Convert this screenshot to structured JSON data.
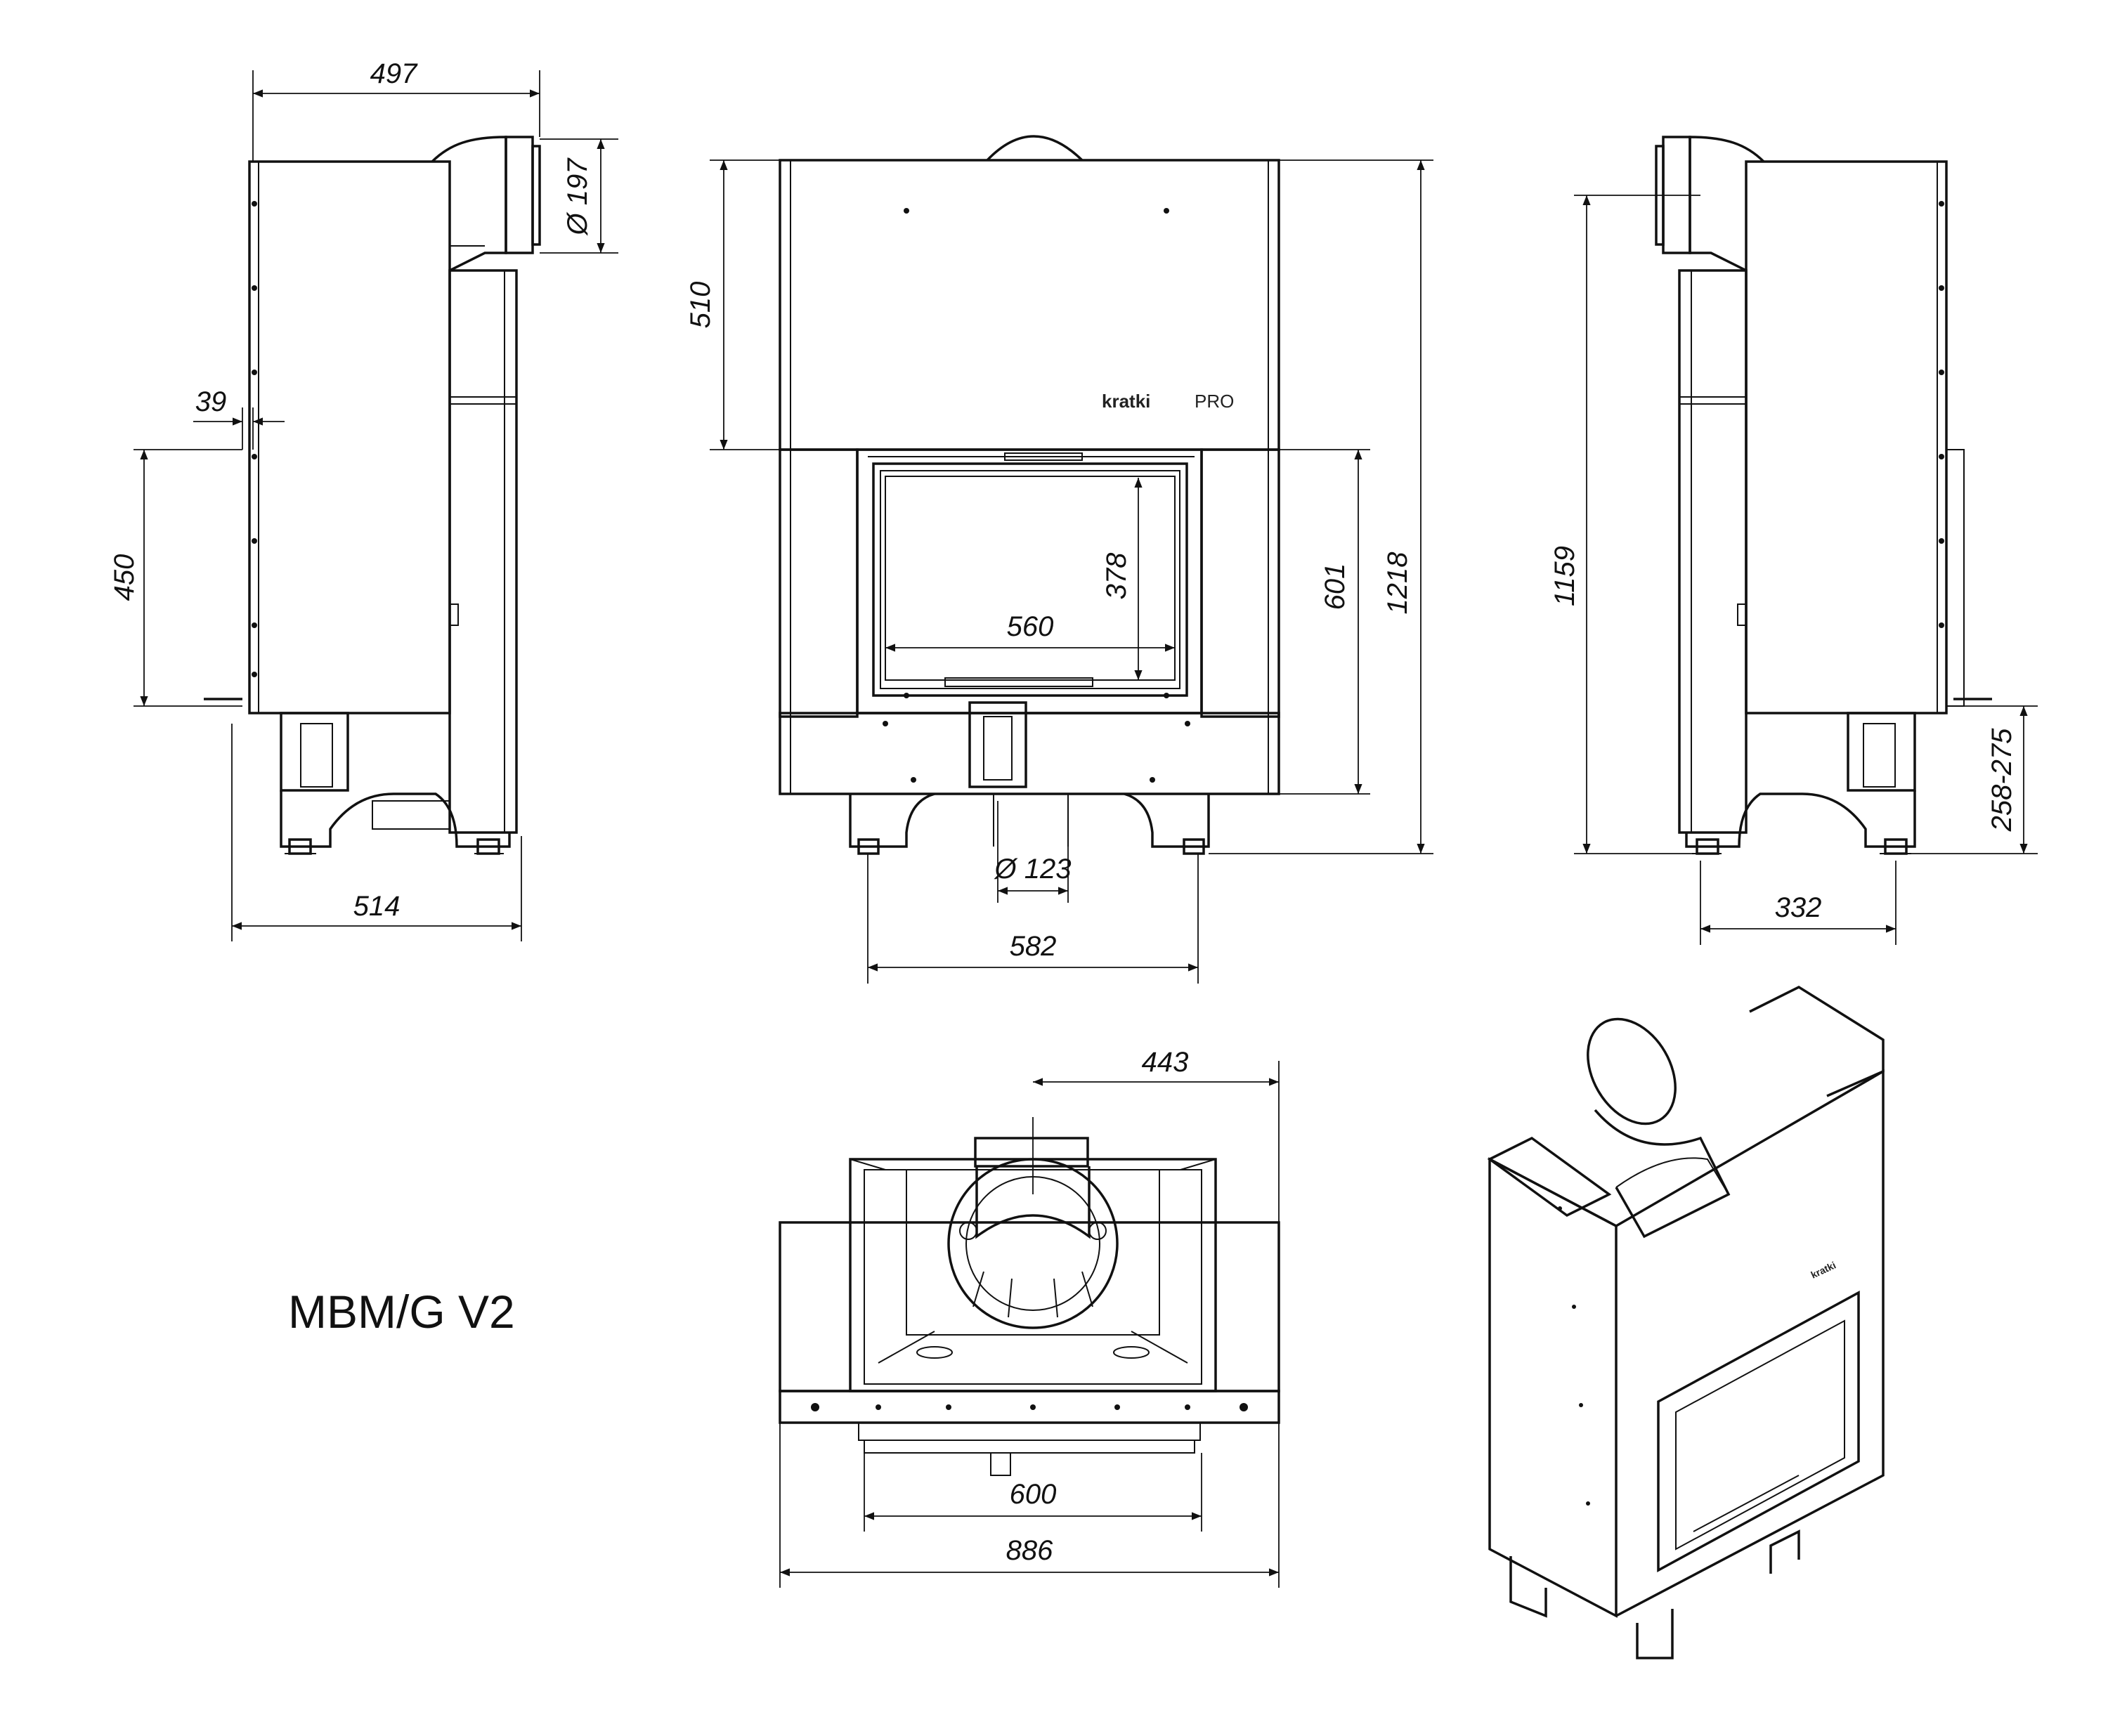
{
  "model": "MBM/G V2",
  "brand": {
    "name": "kratki",
    "suffix": "PRO"
  },
  "side_left": {
    "width_top": "497",
    "flue_diameter": "Ø 197",
    "offset": "39",
    "height_door": "450",
    "depth_bottom": "514"
  },
  "front": {
    "upper_height": "510",
    "glass_height": "378",
    "glass_width": "560",
    "door_height": "601",
    "total_height": "1218",
    "air_intake": "Ø 123",
    "base_width": "582"
  },
  "side_right": {
    "height": "1159",
    "foot_height": "258-275",
    "foot_width": "332"
  },
  "top": {
    "flue_offset": "443",
    "door_width": "600",
    "total_width": "886"
  },
  "colors": {
    "line": "#111111",
    "background": "#ffffff"
  }
}
